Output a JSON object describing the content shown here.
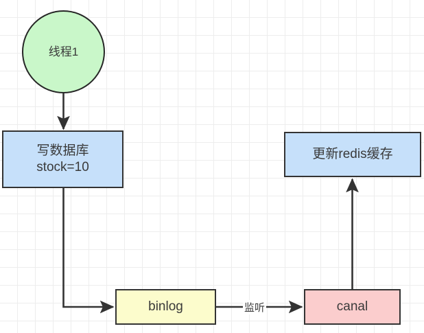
{
  "diagram": {
    "title": "binlog to redis cache sync flow",
    "background": {
      "grid_color": "#ededed",
      "canvas_color": "#ffffff"
    },
    "nodes": [
      {
        "id": "thread1",
        "label": "线程1",
        "shape": "circle",
        "fill": "#c9f7c9",
        "stroke": "#262626"
      },
      {
        "id": "write-db",
        "label": "写数据库\nstock=10",
        "shape": "rectangle",
        "fill": "#c6e0fa",
        "stroke": "#333333"
      },
      {
        "id": "update-redis",
        "label": "更新redis缓存",
        "shape": "rectangle",
        "fill": "#c6e0fa",
        "stroke": "#333333"
      },
      {
        "id": "binlog",
        "label": "binlog",
        "shape": "rectangle",
        "fill": "#fcfccc",
        "stroke": "#333333"
      },
      {
        "id": "canal",
        "label": "canal",
        "shape": "rectangle",
        "fill": "#fbcdcd",
        "stroke": "#333333"
      }
    ],
    "edges": [
      {
        "id": "thread1-to-write-db",
        "from": "thread1",
        "to": "write-db",
        "label": ""
      },
      {
        "id": "write-db-to-binlog",
        "from": "write-db",
        "to": "binlog",
        "label": ""
      },
      {
        "id": "binlog-to-canal",
        "from": "binlog",
        "to": "canal",
        "label": "监听"
      },
      {
        "id": "canal-to-update-redis",
        "from": "canal",
        "to": "update-redis",
        "label": ""
      }
    ],
    "edge_stroke": "#333333"
  }
}
